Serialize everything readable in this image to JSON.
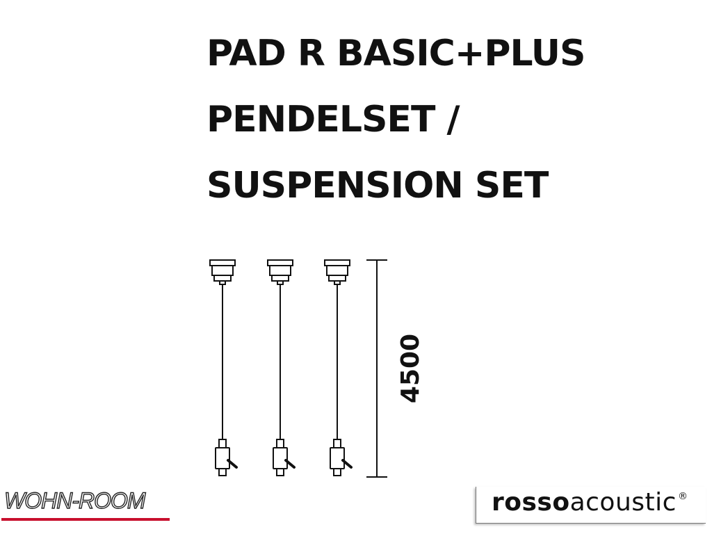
{
  "title": {
    "line1": "PAD R BASIC+PLUS",
    "line2": "PENDELSET /",
    "line3": "SUSPENSION SET"
  },
  "dimension": {
    "value": "4500"
  },
  "watermark": {
    "text": "WOHN-ROOM",
    "underline_color": "#c8102e"
  },
  "brand": {
    "name_bold": "rosso",
    "name_regular": "acoustic",
    "registered_mark": "®"
  },
  "colors": {
    "ink": "#111111",
    "background": "#ffffff",
    "accent_red": "#c8102e"
  }
}
